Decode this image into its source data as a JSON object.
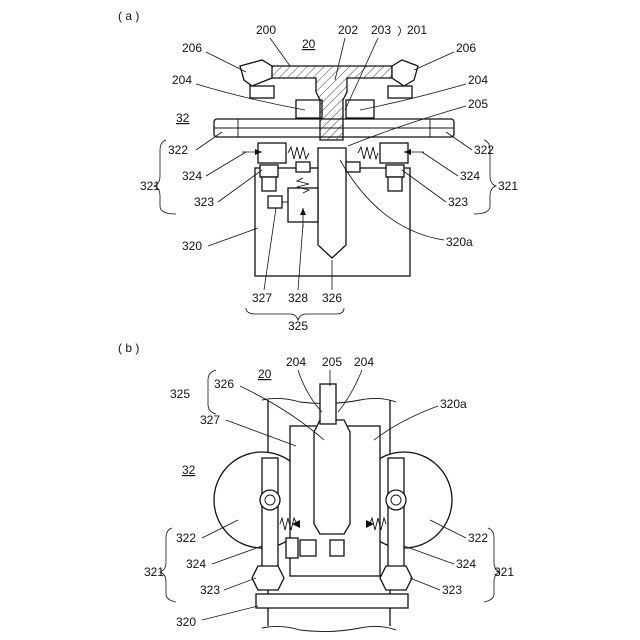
{
  "figure_a": {
    "panel_label": "( a )",
    "labels": {
      "l200": "200",
      "l20": "20",
      "l202": "202",
      "l203": "203",
      "l201": "201",
      "l206_left": "206",
      "l206_right": "206",
      "l204_left": "204",
      "l204_right": "204",
      "l32": "32",
      "l205": "205",
      "l322_left": "322",
      "l322_right": "322",
      "l324_left": "324",
      "l324_right": "324",
      "l321_left": "321",
      "l321_right": "321",
      "l323_left": "323",
      "l323_right": "323",
      "l320": "320",
      "l320a": "320a",
      "l327": "327",
      "l328": "328",
      "l326": "326",
      "l325": "325"
    }
  },
  "figure_b": {
    "panel_label": "( b )",
    "labels": {
      "l325": "325",
      "l20": "20",
      "l204_left": "204",
      "l205": "205",
      "l204_right": "204",
      "l326": "326",
      "l327": "327",
      "l320a": "320a",
      "l32": "32",
      "l322_left": "322",
      "l322_right": "322",
      "l324_left": "324",
      "l324_right": "324",
      "l321_left": "321",
      "l321_right": "321",
      "l323_left": "323",
      "l323_right": "323",
      "l320": "320"
    }
  }
}
